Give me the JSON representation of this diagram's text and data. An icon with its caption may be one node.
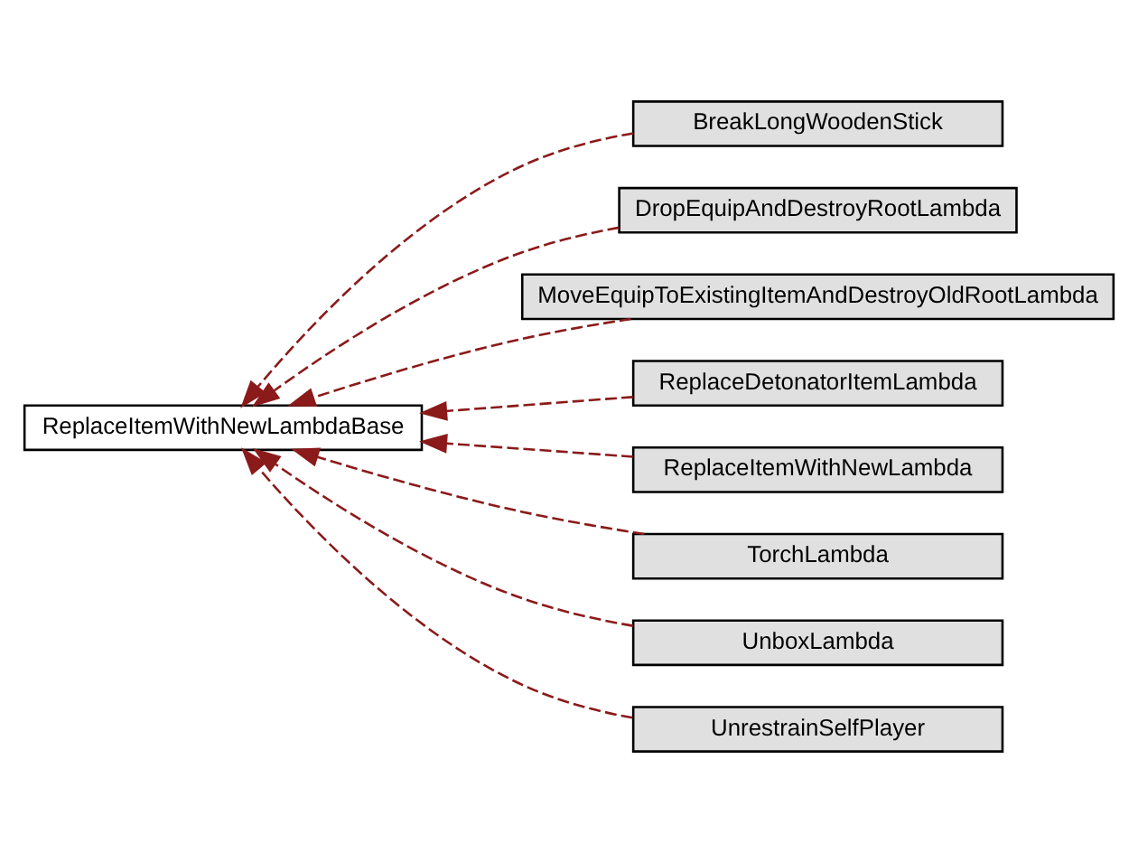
{
  "diagram": {
    "nodes": [
      {
        "text": [
          "ReplaceItemWithNewLambdaBase"
        ]
      },
      {
        "text": [
          "BreakLongWoodenStick"
        ]
      },
      {
        "text": [
          "DropEquipAndDestroyRootLambda"
        ]
      },
      {
        "text": [
          "MoveEquipToExistingItemAndDestroyOldRootLambda"
        ]
      },
      {
        "text": [
          "ReplaceDetonatorItemLambda"
        ]
      },
      {
        "text": [
          "ReplaceItemWithNewLambda"
        ]
      },
      {
        "text": [
          "TorchLambda"
        ]
      },
      {
        "text": [
          "UnboxLambda"
        ]
      },
      {
        "text": [
          "UnrestrainSelfPlayer"
        ]
      }
    ],
    "edges": [
      {
        "from": 1,
        "to": 0,
        "arrow": "to",
        "style": "dashed"
      },
      {
        "from": 2,
        "to": 0,
        "arrow": "to",
        "style": "dashed"
      },
      {
        "from": 3,
        "to": 0,
        "arrow": "to",
        "style": "dashed"
      },
      {
        "from": 4,
        "to": 0,
        "arrow": "to",
        "style": "dashed"
      },
      {
        "from": 5,
        "to": 0,
        "arrow": "to",
        "style": "dashed"
      },
      {
        "from": 6,
        "to": 0,
        "arrow": "to",
        "style": "dashed"
      },
      {
        "from": 7,
        "to": 0,
        "arrow": "to",
        "style": "dashed"
      },
      {
        "from": 8,
        "to": 0,
        "arrow": "to",
        "style": "dashed"
      }
    ]
  }
}
